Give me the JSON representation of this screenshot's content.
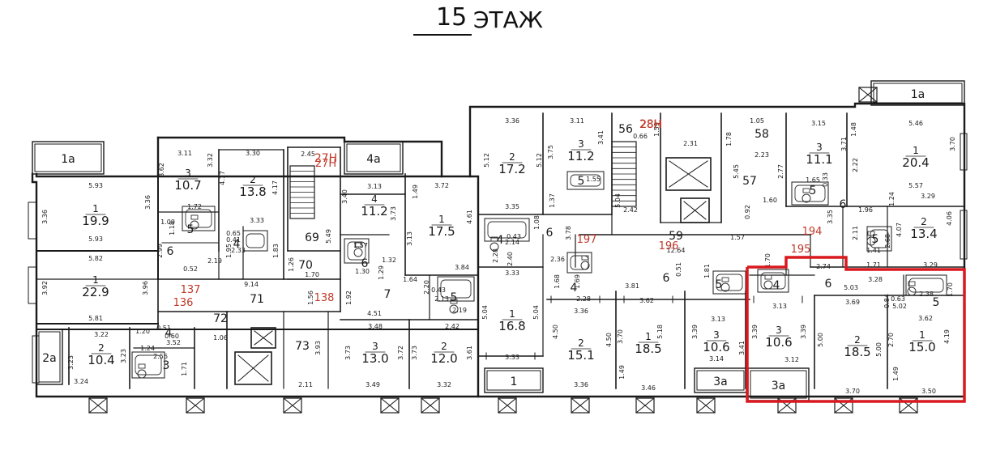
{
  "title": {
    "number": "15",
    "text": "ЭТАЖ"
  },
  "highlight_color": "#d9191f",
  "rooms": [
    {
      "id": "1a",
      "area": "",
      "dims": []
    },
    {
      "id": "1",
      "area": "19.9",
      "dims": [
        "5.93",
        "3.36",
        "3.36",
        "5.93"
      ]
    },
    {
      "id": "1",
      "area": "22.9",
      "dims": [
        "5.82",
        "3.92",
        "3.96",
        "5.81"
      ]
    },
    {
      "id": "2a",
      "area": "",
      "dims": []
    },
    {
      "id": "2",
      "area": "10.4",
      "dims": [
        "3.22",
        "3.23",
        "3.23",
        "3.24"
      ]
    },
    {
      "id": "3",
      "area": "",
      "dims": [
        "2.56",
        "1.71"
      ]
    },
    {
      "id": "4",
      "area": "",
      "dims": [
        "1.20",
        "1.24",
        "0.51",
        "0.60",
        "3.52"
      ]
    },
    {
      "id": "72",
      "area": "",
      "dims": [
        "1.06"
      ]
    },
    {
      "id": "3",
      "area": "10.7",
      "dims": [
        "3.11",
        "3.62",
        "3.32"
      ]
    },
    {
      "id": "2",
      "area": "13.8",
      "dims": [
        "3.30",
        "4.17",
        "4.17"
      ]
    },
    {
      "id": "5",
      "area": "",
      "dims": [
        "1.72",
        "1.18",
        "1.09"
      ]
    },
    {
      "id": "6",
      "area": "",
      "dims": [
        "2.99",
        "0.52"
      ]
    },
    {
      "id": "4",
      "area": "",
      "dims": [
        "2.33",
        "1.83",
        "0.65",
        "0.41",
        "1.95",
        "3.33"
      ]
    },
    {
      "id": "27Н",
      "area": "",
      "dims": [
        "2.45"
      ]
    },
    {
      "id": "69",
      "area": "",
      "dims": [
        "5.49"
      ]
    },
    {
      "id": "70",
      "area": "",
      "dims": [
        "1.26",
        "1.70"
      ]
    },
    {
      "id": "71",
      "area": "",
      "dims": [
        "9.14",
        "1.56",
        "2.19"
      ]
    },
    {
      "id": "73",
      "area": "",
      "dims": [
        "3.93",
        "2.11"
      ]
    },
    {
      "id": "4a",
      "area": "",
      "dims": []
    },
    {
      "id": "4",
      "area": "11.2",
      "dims": [
        "3.13",
        "3.40",
        "3.73"
      ]
    },
    {
      "id": "6",
      "area": "",
      "dims": [
        "1.57",
        "1.30",
        "1.29",
        "1.32"
      ]
    },
    {
      "id": "7",
      "area": "",
      "dims": [
        "1.92",
        "4.51",
        "1.64"
      ]
    },
    {
      "id": "3",
      "area": "13.0",
      "dims": [
        "3.48",
        "3.73",
        "3.72",
        "3.49"
      ]
    },
    {
      "id": "2",
      "area": "12.0",
      "dims": [
        "3.73",
        "2.42",
        "3.61",
        "3.32"
      ]
    },
    {
      "id": "5",
      "area": "",
      "dims": [
        "2.20",
        "2.13",
        "2.19",
        "0.43"
      ]
    },
    {
      "id": "1",
      "area": "17.5",
      "dims": [
        "3.72",
        "1.49",
        "3.13",
        "4.61",
        "3.84"
      ]
    },
    {
      "id": "2",
      "area": "17.2",
      "dims": [
        "3.36",
        "5.12",
        "5.12",
        "3.35"
      ]
    },
    {
      "id": "4",
      "area": "",
      "dims": [
        "2.14",
        "2.28",
        "2.40",
        "0.43"
      ]
    },
    {
      "id": "6",
      "area": "",
      "dims": [
        "1.08",
        "3.78",
        "2.36"
      ]
    },
    {
      "id": "1",
      "area": "16.8",
      "dims": [
        "3.33",
        "5.04",
        "5.04",
        "3.33"
      ]
    },
    {
      "id": "1a",
      "area": "",
      "dims": []
    },
    {
      "id": "3",
      "area": "11.2",
      "dims": [
        "3.11",
        "3.75",
        "3.41"
      ]
    },
    {
      "id": "5",
      "area": "",
      "dims": [
        "1.55",
        "1.37"
      ]
    },
    {
      "id": "56",
      "area": "",
      "dims": [
        "0.66",
        "1.59",
        "2.42",
        "5.04"
      ]
    },
    {
      "id": "28Н",
      "area": "",
      "dims": []
    },
    {
      "id": "58",
      "area": "",
      "dims": [
        "1.05",
        "1.78",
        "2.23"
      ]
    },
    {
      "id": "57",
      "area": "",
      "dims": [
        "2.31",
        "5.45",
        "2.77",
        "0.92",
        "1.60"
      ]
    },
    {
      "id": "59",
      "area": "",
      "dims": [
        "12.64",
        "1.57"
      ]
    },
    {
      "id": "6",
      "area": "",
      "dims": [
        "3.81",
        "0.51",
        "1.81"
      ]
    },
    {
      "id": "4",
      "area": "",
      "dims": [
        "1.68",
        "1.69",
        "2.28"
      ]
    },
    {
      "id": "2",
      "area": "15.1",
      "dims": [
        "3.36",
        "4.50",
        "4.50",
        "3.36"
      ]
    },
    {
      "id": "1",
      "area": "18.5",
      "dims": [
        "3.62",
        "3.70",
        "5.18",
        "3.46",
        "1.49"
      ]
    },
    {
      "id": "3",
      "area": "10.6",
      "dims": [
        "3.39",
        "3.13",
        "3.41",
        "3.14"
      ]
    },
    {
      "id": "5",
      "area": "",
      "dims": []
    },
    {
      "id": "3a",
      "area": "",
      "dims": []
    },
    {
      "id": "3",
      "area": "11.1",
      "dims": [
        "3.15",
        "3.71"
      ]
    },
    {
      "id": "1",
      "area": "20.4",
      "dims": [
        "5.46",
        "3.70",
        "2.22",
        "5.57",
        "1.48"
      ]
    },
    {
      "id": "1a",
      "area": "",
      "dims": []
    },
    {
      "id": "5",
      "area": "",
      "dims": [
        "1.65",
        "0.33"
      ]
    },
    {
      "id": "6",
      "area": "",
      "dims": [
        "1.96",
        "1.24",
        "3.35",
        "2.11",
        "1.41"
      ]
    },
    {
      "id": "5",
      "area": "",
      "dims": [
        "2.68",
        "1.71"
      ]
    },
    {
      "id": "2",
      "area": "13.4",
      "dims": [
        "3.29",
        "4.07",
        "4.06",
        "3.29"
      ]
    },
    {
      "id": "4",
      "area": "",
      "dims": [
        "1.70"
      ]
    },
    {
      "id": "6",
      "area": "",
      "dims": [
        "2.74",
        "5.03",
        "3.28"
      ]
    },
    {
      "id": "3",
      "area": "10.6",
      "dims": [
        "3.13",
        "3.39",
        "3.39",
        "3.12"
      ]
    },
    {
      "id": "3a",
      "area": "",
      "dims": []
    },
    {
      "id": "2",
      "area": "18.5",
      "dims": [
        "3.69",
        "5.00",
        "5.00",
        "3.70"
      ]
    },
    {
      "id": "5",
      "area": "",
      "dims": [
        "2.38",
        "1.70",
        "0.84",
        "0.63",
        "5.02"
      ]
    },
    {
      "id": "1",
      "area": "15.0",
      "dims": [
        "3.62",
        "2.70",
        "4.19",
        "1.49",
        "3.50"
      ]
    }
  ],
  "red_labels": [
    "27Н",
    "28Н",
    "197",
    "196",
    "195",
    "194",
    "137",
    "136",
    "138"
  ]
}
